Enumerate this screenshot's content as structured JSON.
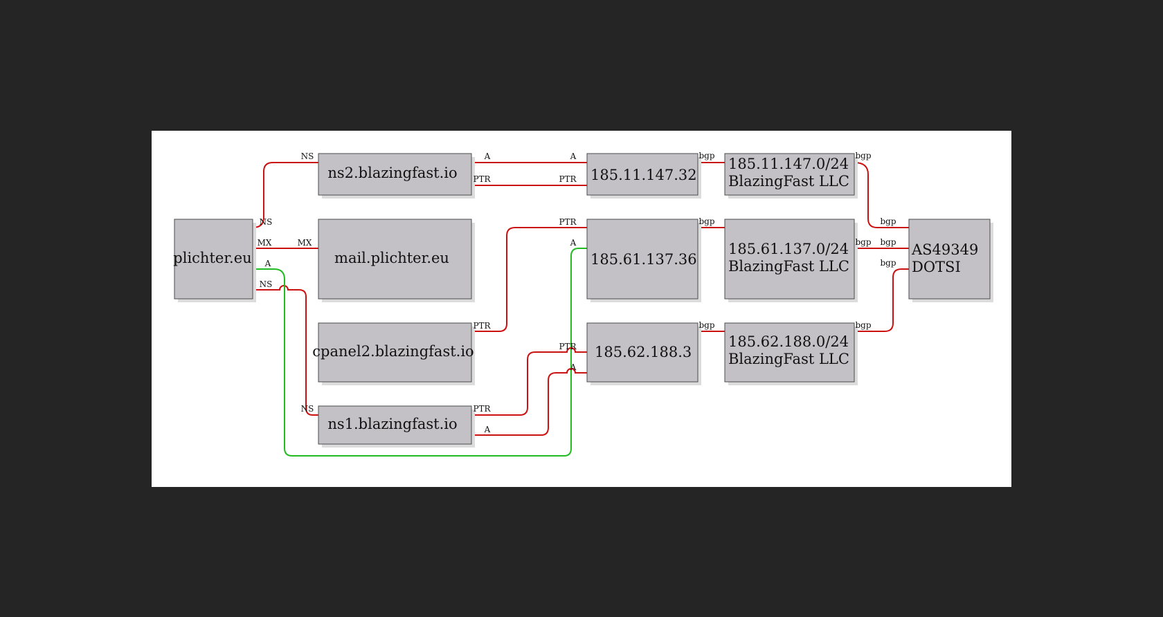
{
  "colors": {
    "viewer_background": "#252525",
    "canvas": "#ffffff",
    "node_fill": "#c4c1c6",
    "node_shadow": "#dcdcdc",
    "node_border": "#4a4a4a",
    "edge_red": "#cc1111",
    "edge_green": "#22bb22"
  },
  "nodes": [
    {
      "id": "plichter",
      "lines": [
        "plichter.eu"
      ]
    },
    {
      "id": "ns2",
      "lines": [
        "ns2.blazingfast.io"
      ]
    },
    {
      "id": "mail",
      "lines": [
        "mail.plichter.eu"
      ]
    },
    {
      "id": "cpanel2",
      "lines": [
        "cpanel2.blazingfast.io"
      ]
    },
    {
      "id": "ns1",
      "lines": [
        "ns1.blazingfast.io"
      ]
    },
    {
      "id": "ip_147_32",
      "lines": [
        "185.11.147.32"
      ]
    },
    {
      "id": "ip_137_36",
      "lines": [
        "185.61.137.36"
      ]
    },
    {
      "id": "ip_188_3",
      "lines": [
        "185.62.188.3"
      ]
    },
    {
      "id": "net_147",
      "lines": [
        "185.11.147.0/24",
        "BlazingFast LLC"
      ]
    },
    {
      "id": "net_137",
      "lines": [
        "185.61.137.0/24",
        "BlazingFast LLC"
      ]
    },
    {
      "id": "net_188",
      "lines": [
        "185.62.188.0/24",
        "BlazingFast LLC"
      ]
    },
    {
      "id": "as49349",
      "lines": [
        "AS49349",
        "DOTSI"
      ]
    }
  ],
  "edges": [
    {
      "id": "plichter-ns2",
      "from": "plichter",
      "to": "ns2",
      "color": "red",
      "tail": "NS",
      "head": "NS"
    },
    {
      "id": "plichter-mail",
      "from": "plichter",
      "to": "mail",
      "color": "red",
      "tail": "MX",
      "head": "MX"
    },
    {
      "id": "plichter-ns1",
      "from": "plichter",
      "to": "ns1",
      "color": "red",
      "tail": "NS",
      "head": "NS"
    },
    {
      "id": "plichter-ip137",
      "from": "plichter",
      "to": "ip_137_36",
      "color": "green",
      "tail": "A",
      "head": "A"
    },
    {
      "id": "ns2-ip147-a",
      "from": "ns2",
      "to": "ip_147_32",
      "color": "red",
      "tail": "A",
      "head": "A"
    },
    {
      "id": "ns2-ip147-ptr",
      "from": "ns2",
      "to": "ip_147_32",
      "color": "red",
      "tail": "PTR",
      "head": "PTR"
    },
    {
      "id": "cpanel2-ip137",
      "from": "cpanel2",
      "to": "ip_137_36",
      "color": "red",
      "tail": "PTR",
      "head": "PTR"
    },
    {
      "id": "ns1-ip188-ptr",
      "from": "ns1",
      "to": "ip_188_3",
      "color": "red",
      "tail": "PTR",
      "head": "PTR"
    },
    {
      "id": "ns1-ip188-a",
      "from": "ns1",
      "to": "ip_188_3",
      "color": "red",
      "tail": "A",
      "head": "A"
    },
    {
      "id": "ip147-net147",
      "from": "ip_147_32",
      "to": "net_147",
      "color": "red",
      "tail": "bgp",
      "head": ""
    },
    {
      "id": "ip137-net137",
      "from": "ip_137_36",
      "to": "net_137",
      "color": "red",
      "tail": "bgp",
      "head": ""
    },
    {
      "id": "ip188-net188",
      "from": "ip_188_3",
      "to": "net_188",
      "color": "red",
      "tail": "bgp",
      "head": ""
    },
    {
      "id": "net147-as",
      "from": "net_147",
      "to": "as49349",
      "color": "red",
      "tail": "bgp",
      "head": "bgp"
    },
    {
      "id": "net137-as",
      "from": "net_137",
      "to": "as49349",
      "color": "red",
      "tail": "bgp",
      "head": "bgp"
    },
    {
      "id": "net188-as",
      "from": "net_188",
      "to": "as49349",
      "color": "red",
      "tail": "bgp",
      "head": "bgp"
    }
  ]
}
